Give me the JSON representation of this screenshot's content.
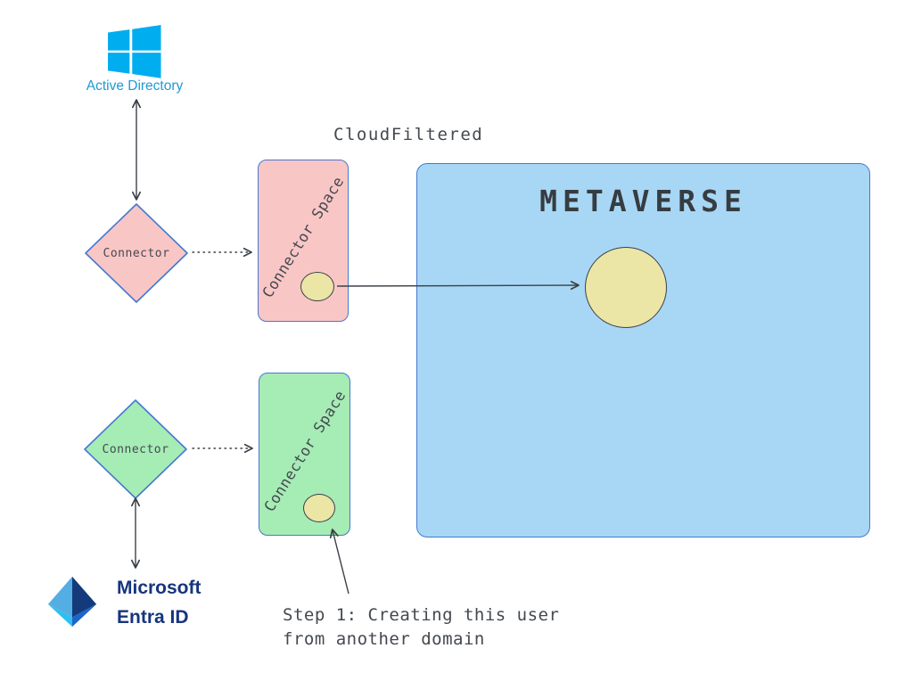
{
  "diagram": {
    "active_directory_label": "Active Directory",
    "cloud_filtered_label": "CloudFiltered",
    "metaverse_title": "METAVERSE",
    "top_connector_label": "Connector",
    "top_connector_space_label": "Connector Space",
    "bottom_connector_label": "Connector",
    "bottom_connector_space_label": "Connector Space",
    "entra_line1": "Microsoft",
    "entra_line2": "Entra ID",
    "step_note_line1": "Step 1: Creating this user",
    "step_note_line2": "from another domain",
    "icons": {
      "windows_logo": "windows-logo-icon",
      "entra_logo": "entra-id-logo-icon"
    },
    "colors": {
      "pink_fill": "#f9c6c6",
      "green_fill": "#a6ecb5",
      "blue_fill": "#a8d7f5",
      "yellow_fill": "#ebe6a6",
      "stroke_blue": "#4479cf",
      "arrow_color": "#3a4046",
      "hand_text": "#44494f",
      "ad_label_color": "#1f9ad6",
      "entra_text_color": "#16357f",
      "windows_blue": "#00adef",
      "entra_left": "#54aee4",
      "entra_right": "#153a7c",
      "entra_wing_left": "#2bc0f0",
      "entra_wing_right": "#1b66c9"
    }
  }
}
